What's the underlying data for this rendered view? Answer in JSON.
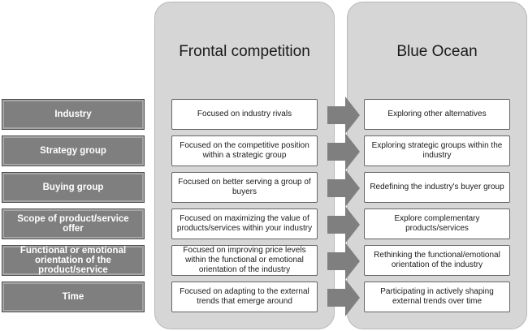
{
  "columns": {
    "frontal_title": "Frontal competition",
    "blue_title": "Blue Ocean"
  },
  "rows": [
    {
      "label": "Industry",
      "frontal": "Focused on industry rivals",
      "blue": "Exploring other alternatives"
    },
    {
      "label": "Strategy group",
      "frontal": "Focused on the competitive position within a strategic group",
      "blue": "Exploring strategic groups within the industry"
    },
    {
      "label": "Buying group",
      "frontal": "Focused on better serving a group of buyers",
      "blue": "Redefining the industry's buyer group"
    },
    {
      "label": "Scope of product/service offer",
      "frontal": "Focused on maximizing the value of products/services within your industry",
      "blue": "Explore complementary products/services"
    },
    {
      "label": "Functional or emotional orientation of the product/service",
      "frontal": "Focused on improving price levels within the functional or emotional orientation of the industry",
      "blue": "Rethinking the functional/emotional orientation of the industry"
    },
    {
      "label": "Time",
      "frontal": "Focused on adapting to the external trends that emerge around",
      "blue": "Participating in actively shaping external trends over time"
    }
  ],
  "colors": {
    "panel": "#d6d6d6",
    "row_label": "#7f7f7f",
    "arrow": "#7f7f7f"
  }
}
